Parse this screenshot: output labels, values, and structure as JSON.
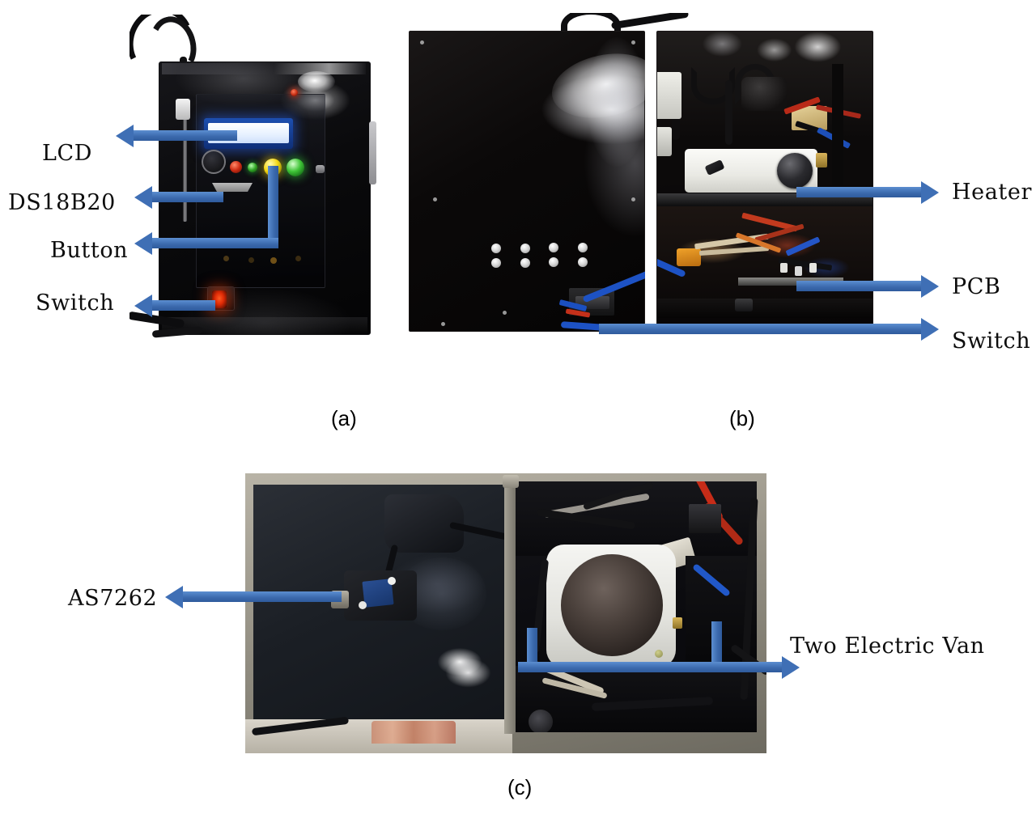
{
  "figure": {
    "title": "Prototype device photographs with component callouts",
    "arrow_color": "#3f6fb5",
    "panels": [
      {
        "id": "a",
        "caption": "(a)",
        "description": "Front view of the closed black enclosure showing LCD, temperature sensor, buttons and power switch",
        "callouts": [
          {
            "label": "LCD",
            "side": "left"
          },
          {
            "label": "DS18B20",
            "side": "left"
          },
          {
            "label": "Button",
            "side": "left"
          },
          {
            "label": "Switch",
            "side": "left"
          }
        ]
      },
      {
        "id": "b",
        "caption": "(b)",
        "description": "Opened enclosure showing internal heater, PCB and switch wiring",
        "callouts": [
          {
            "label": "Heater",
            "side": "right"
          },
          {
            "label": "PCB",
            "side": "right"
          },
          {
            "label": "Switch",
            "side": "right"
          }
        ]
      },
      {
        "id": "c",
        "caption": "(c)",
        "description": "Top view with AS7262 spectral sensor on the lid and two electric fans inside",
        "callouts": [
          {
            "label": "AS7262",
            "side": "left"
          },
          {
            "label": "Two Electric Van",
            "side": "right"
          }
        ]
      }
    ]
  },
  "labels": {
    "lcd": "LCD",
    "ds18b20": "DS18B20",
    "button": "Button",
    "switch_a": "Switch",
    "heater": "Heater",
    "pcb": "PCB",
    "switch_b": "Switch",
    "as7262": "AS7262",
    "two_electric_van": "Two Electric Van"
  },
  "captions": {
    "a": "(a)",
    "b": "(b)",
    "c": "(c)"
  }
}
